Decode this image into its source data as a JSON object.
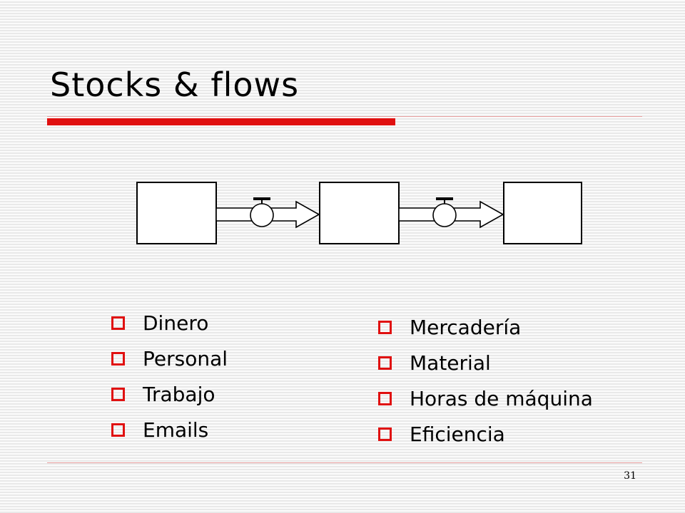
{
  "title": "Stocks & flows",
  "colors": {
    "accent": "#e01010",
    "rule": "#e8a0a0",
    "bullet": "#e01010",
    "stroke": "#000000",
    "fill": "#ffffff"
  },
  "diagram": {
    "stocks": [
      "stock-1",
      "stock-2",
      "stock-3"
    ],
    "flows": [
      "flow-1",
      "flow-2"
    ]
  },
  "bullets_left": [
    "Dinero",
    "Personal",
    "Trabajo",
    "Emails"
  ],
  "bullets_right": [
    "Mercadería",
    "Material",
    "Horas de máquina",
    "Eficiencia"
  ],
  "page_number": "31"
}
